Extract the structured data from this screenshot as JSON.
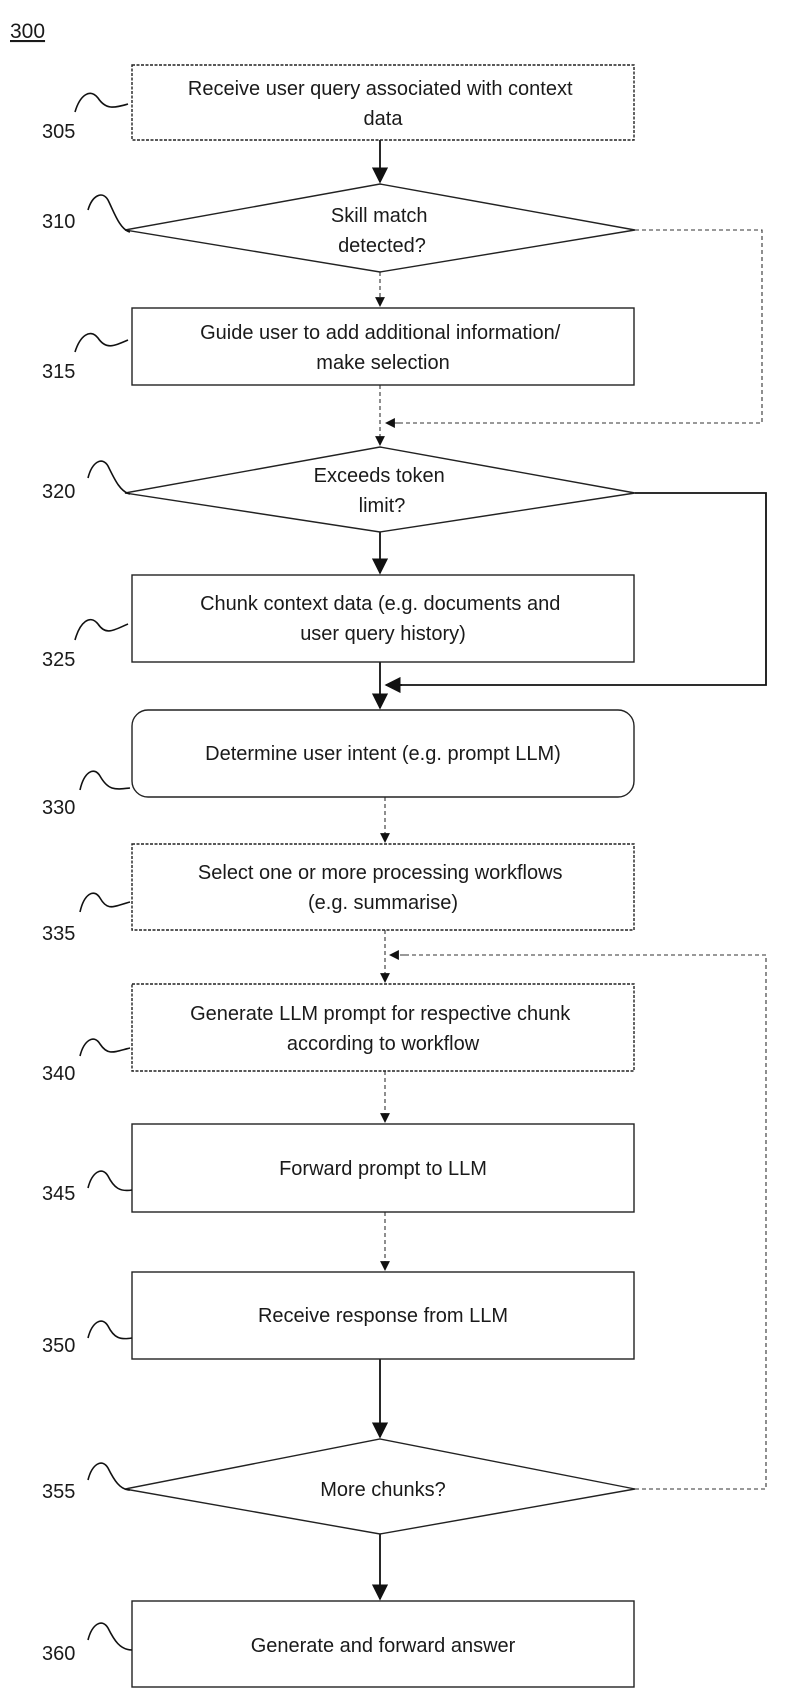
{
  "figure_number": "300",
  "steps": {
    "s305": {
      "ref": "305",
      "lines": [
        "Receive user query associated with context",
        "data"
      ]
    },
    "s310": {
      "ref": "310",
      "lines": [
        "Skill match",
        "detected?"
      ]
    },
    "s315": {
      "ref": "315",
      "lines": [
        "Guide user to add additional information/",
        "make selection"
      ]
    },
    "s320": {
      "ref": "320",
      "lines": [
        "Exceeds token",
        "limit?"
      ]
    },
    "s325": {
      "ref": "325",
      "lines": [
        "Chunk context data (e.g. documents and",
        "user query history)"
      ]
    },
    "s330": {
      "ref": "330",
      "lines": [
        "Determine user intent (e.g. prompt LLM)"
      ]
    },
    "s335": {
      "ref": "335",
      "lines": [
        "Select one or more processing workflows",
        "(e.g. summarise)"
      ]
    },
    "s340": {
      "ref": "340",
      "lines": [
        "Generate LLM prompt for respective chunk",
        "according to workflow"
      ]
    },
    "s345": {
      "ref": "345",
      "lines": [
        "Forward prompt to LLM"
      ]
    },
    "s350": {
      "ref": "350",
      "lines": [
        "Receive response from LLM"
      ]
    },
    "s355": {
      "ref": "355",
      "lines": [
        "More chunks?"
      ]
    },
    "s360": {
      "ref": "360",
      "lines": [
        "Generate and forward answer"
      ]
    }
  }
}
